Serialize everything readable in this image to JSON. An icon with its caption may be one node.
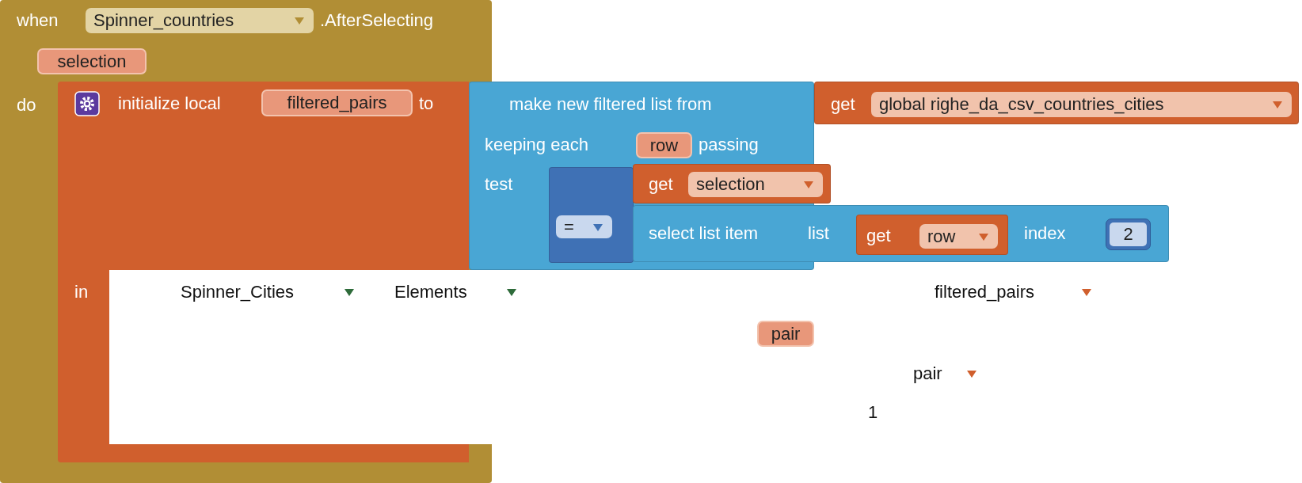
{
  "diagram": {
    "nodes": [
      {
        "text": [
          "when",
          ".AfterSelecting",
          "do"
        ]
      },
      {
        "text": [
          "Spinner_countries"
        ],
        "in": 0
      },
      {
        "text": [
          "selection"
        ],
        "in": 0
      },
      {
        "text": [
          "initialize local",
          "to",
          "in"
        ],
        "in": 0
      },
      {
        "text": [
          "filtered_pairs"
        ],
        "in": 3
      },
      {
        "text": [
          "make new filtered list from",
          "keeping each",
          "passing",
          "test"
        ]
      },
      {
        "text": [
          "get"
        ]
      },
      {
        "text": [
          "global righe_da_csv_countries_cities"
        ],
        "in": 6
      },
      {
        "text": [
          "row"
        ],
        "in": 5
      },
      {
        "text": [],
        "shape": "box",
        "in": 5
      },
      {
        "text": [
          "="
        ],
        "in": 9
      },
      {
        "text": [
          "get"
        ]
      },
      {
        "text": [
          "selection"
        ],
        "in": 11
      },
      {
        "text": [
          "select list item",
          "list",
          "index"
        ]
      },
      {
        "text": [
          "get"
        ],
        "in": 13
      },
      {
        "text": [
          "row"
        ],
        "in": 14
      },
      {
        "text": [
          "2"
        ],
        "in": 13
      },
      {
        "text": [
          "pair"
        ]
      }
    ],
    "edges": [],
    "labels": [
      "Spinner_Cities",
      "Elements",
      "filtered_pairs",
      "pair",
      "1"
    ]
  }
}
